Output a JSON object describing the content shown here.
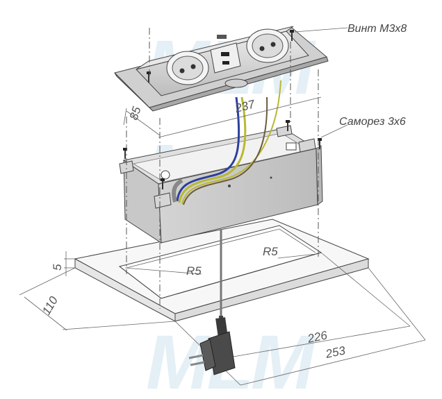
{
  "watermark": "MLM",
  "callouts": {
    "screw": "Винт М3х8",
    "self_tapping": "Саморез 3х6"
  },
  "dimensions": {
    "depth_top": "85",
    "width_top": "237",
    "thickness": "5",
    "plate_depth": "110",
    "cutout_width": "226",
    "plate_width": "253",
    "radius_left": "R5",
    "radius_right": "R5"
  },
  "colors": {
    "metal": "#d9d9d9",
    "metal_dark": "#a8a8a8",
    "wire_blue": "#2c3f9e",
    "wire_yellow_green": "#b9b832",
    "wire_brown": "#6b5a3a",
    "watermark": "#cfe3f0"
  },
  "icons": [
    "socket-icon",
    "usb-port-icon",
    "screw-icon",
    "power-plug-icon"
  ]
}
